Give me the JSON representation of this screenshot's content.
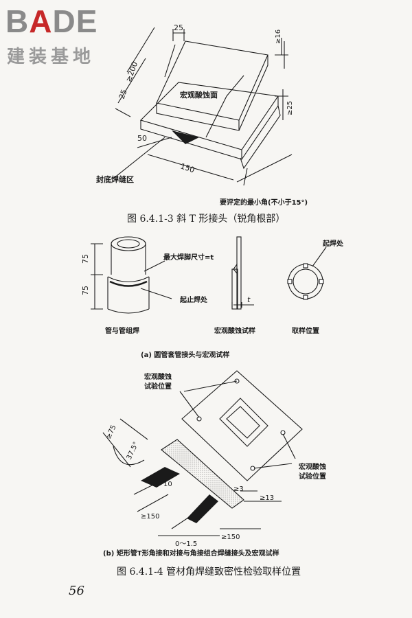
{
  "logo": {
    "word_lead": "B",
    "word_accent": "A",
    "word_tail": "DE",
    "chinese": "建装基地"
  },
  "fig1": {
    "dims": {
      "d25_top": "25",
      "d200": "≥200",
      "d25_left": "25",
      "d50": "50",
      "d150": "150",
      "d16": "≥16",
      "d25_right": "≥25"
    },
    "label_etch_face": "宏观酸蚀面",
    "label_seal_weld": "封底焊缝区",
    "label_min_angle": "要评定的最小角(不小于15°)",
    "caption": "图 6.4.1-3   斜 T 形接头（锐角根部）"
  },
  "fig2": {
    "dims": {
      "d75_top": "75",
      "d75_bottom": "75",
      "t_label": "t"
    },
    "label_max_leg": "最大焊脚尺寸=t",
    "label_start_stop": "起止焊处",
    "label_start": "起焊处",
    "cap_pipe": "管与管组焊",
    "cap_specimen": "宏观酸蚀试样",
    "cap_location": "取样位置",
    "subcaption": "(a) 圆管套管接头与宏观试样"
  },
  "fig3": {
    "dims": {
      "d75": "≥75",
      "angle": "37.5°",
      "d10": "10",
      "d150_left": "≥150",
      "d3": "≥3",
      "d13": "≥13",
      "d0_15": "0～1.5",
      "d150_right": "≥150"
    },
    "label_test_top": [
      "宏观酸蚀",
      "试验位置"
    ],
    "label_test_right": [
      "宏观酸蚀",
      "试验位置"
    ],
    "subcaption": "(b) 矩形管T形角接和对接与角接组合焊缝接头及宏观试样",
    "caption": "图 6.4.1-4   管材角焊缝致密性检验取样位置"
  },
  "page_number": "56"
}
